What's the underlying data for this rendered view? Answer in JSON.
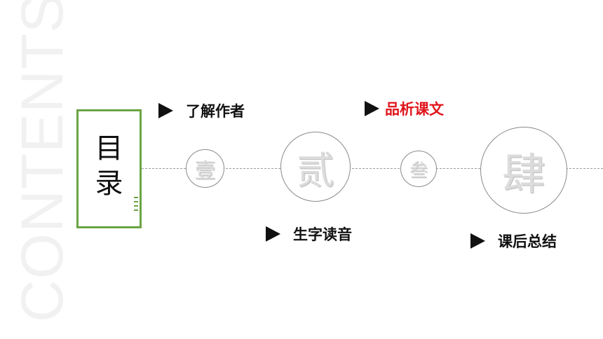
{
  "watermark": "CONTENTS",
  "toc": {
    "title_line1": "目",
    "title_line2": "录"
  },
  "numerals": [
    "壹",
    "贰",
    "叁",
    "肆"
  ],
  "items": [
    {
      "label": "了解作者",
      "color": "#111111"
    },
    {
      "label": "品析课文",
      "color": "#e0151b"
    },
    {
      "label": "生字读音",
      "color": "#111111"
    },
    {
      "label": "课后总结",
      "color": "#111111"
    }
  ],
  "colors": {
    "accent_green": "#6aa443",
    "highlight_red": "#e0151b"
  }
}
